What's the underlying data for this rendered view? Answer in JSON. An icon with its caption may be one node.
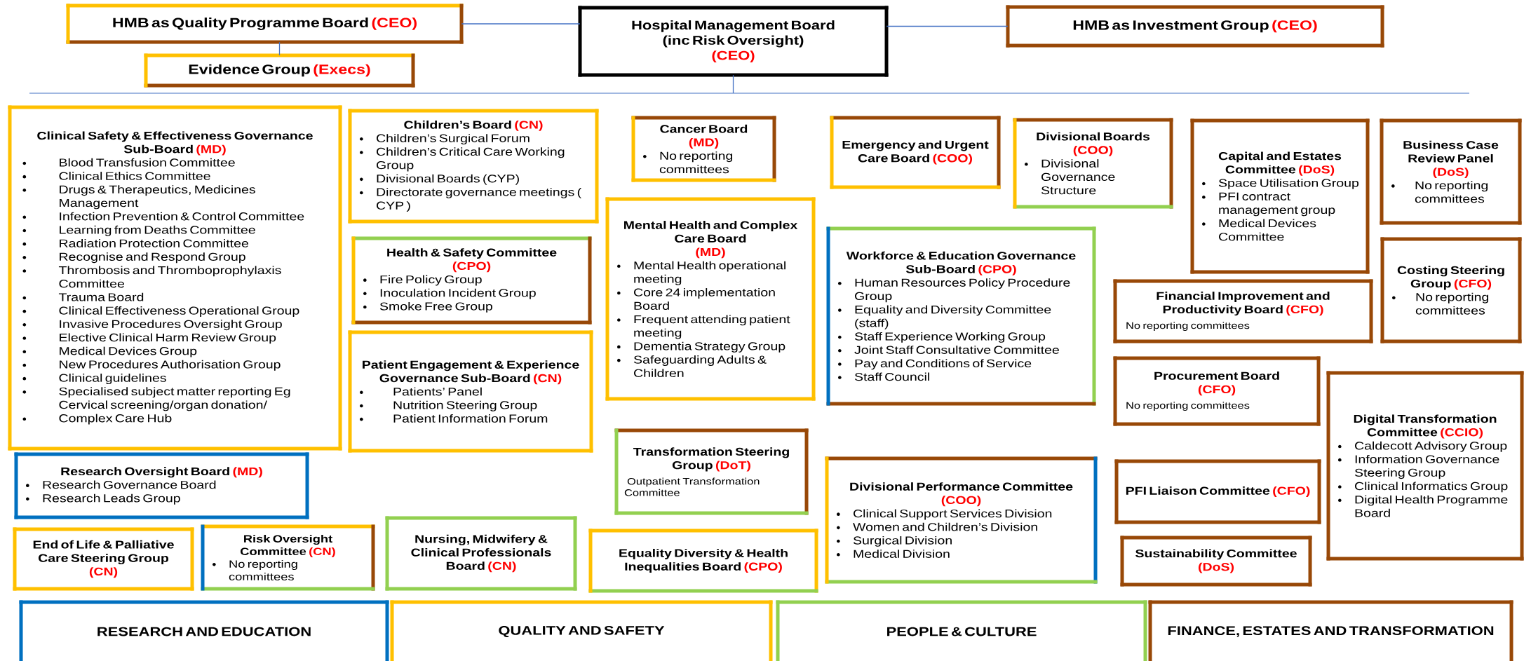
{
  "diagram": {
    "nodes": [
      {
        "text": [
          "HMB as Quality Programme Board",
          "(CEO)"
        ]
      },
      {
        "text": [
          "Hospital Management Board (inc Risk Oversight)",
          "(CEO)"
        ]
      },
      {
        "text": [
          "HMB as Investment Group",
          "(CEO)"
        ]
      },
      {
        "text": [
          "Evidence Group",
          "(Execs)"
        ]
      },
      {
        "text": [
          "Clinical Safety & Effectiveness Governance Sub-Board",
          "(MD)",
          "Blood Transfusion Committee",
          "Clinical Ethics Committee",
          "Drugs & Therapeutics, Medicines Management",
          "Infection Prevention & Control Committee",
          "Learning from Deaths Committee",
          "Radiation Protection Committee",
          "Recognise and Respond Group",
          "Thrombosis and Thromboprophylaxis Committee",
          "Trauma Board",
          "Clinical Effectiveness Operational Group",
          "Invasive Procedures Oversight Group",
          "Elective Clinical Harm Review Group",
          "Medical Devices Group",
          "New Procedures Authorisation Group",
          "Clinical guidelines",
          "Specialised subject matter reporting Eg Cervical screening/organ donation/",
          "Complex Care Hub"
        ]
      },
      {
        "text": [
          "Children’s Board",
          "(CN)",
          "Children’s Surgical Forum",
          "Children’s Critical Care Working Group",
          "Divisional Boards (CYP)",
          "Directorate governance meetings ( CYP )"
        ]
      },
      {
        "text": [
          "Health & Safety Committee",
          "(CPO)",
          "Fire Policy Group",
          "Inoculation Incident Group",
          "Smoke Free Group"
        ]
      },
      {
        "text": [
          "Patient Engagement & Experience Governance Sub-Board",
          "(CN)",
          "Patients’ Panel",
          "Nutrition Steering Group",
          "Patient Information Forum"
        ]
      },
      {
        "text": [
          "Cancer Board",
          "(MD)",
          "No reporting committees"
        ]
      },
      {
        "text": [
          "Mental Health and Complex Care Board",
          "(MD)",
          "Mental Health operational meeting",
          "Core 24 implementation Board",
          "Frequent attending patient meeting",
          "Dementia Strategy Group",
          "Safeguarding Adults & Children"
        ]
      },
      {
        "text": [
          "Emergency and Urgent Care Board",
          "(COO)"
        ]
      },
      {
        "text": [
          "Divisional Boards",
          "(COO)",
          "Divisional Governance Structure"
        ]
      },
      {
        "text": [
          "Workforce & Education Governance Sub-Board",
          "(CPO)",
          "Human Resources Policy Procedure Group",
          "Equality and Diversity Committee (staff)",
          "Staff Experience Working Group",
          "Joint Staff Consultative Committee",
          "Pay and Conditions of Service",
          "Staff Council"
        ]
      },
      {
        "text": [
          "Capital and Estates Committee",
          "(DoS)",
          "Space Utilisation Group",
          "PFI contract management group",
          "Medical Devices Committee"
        ]
      },
      {
        "text": [
          "Business Case Review Panel",
          "(DoS)",
          "No reporting committees"
        ]
      },
      {
        "text": [
          "Costing Steering Group",
          "(CFO)",
          "No reporting committees"
        ]
      },
      {
        "text": [
          "Financial Improvement and Productivity Board",
          "(CFO)",
          "No reporting committees"
        ]
      },
      {
        "text": [
          "Procurement Board",
          "(CFO)",
          "No reporting committees"
        ]
      },
      {
        "text": [
          "Digital Transformation Committee",
          "(CCIO)",
          "Caldecott Advisory Group",
          "Information Governance Steering Group",
          "Clinical Informatics Group",
          "Digital Health Programme Board"
        ]
      },
      {
        "text": [
          "Research Oversight Board",
          "(MD)",
          "Research Governance Board",
          "Research Leads Group"
        ]
      },
      {
        "text": [
          "End of Life & Palliative Care Steering Group",
          "(CN)"
        ]
      },
      {
        "text": [
          "Risk Oversight Committee",
          "(CN)",
          "No reporting committees"
        ]
      },
      {
        "text": [
          "Nursing, Midwifery & Clinical Professionals Board",
          "(CN)"
        ]
      },
      {
        "text": [
          "Transformation Steering Group",
          "(DoT)",
          "Outpatient Transformation Committee"
        ]
      },
      {
        "text": [
          "Equality Diversity & Health Inequalities Board",
          "(CPO)"
        ]
      },
      {
        "text": [
          "Divisional Performance Committee",
          "(COO)",
          "Clinical Support Services Division",
          "Women and Children’s Division",
          "Surgical Division",
          "Medical Division"
        ]
      },
      {
        "text": [
          "PFI Liaison Committee",
          "(CFO)"
        ]
      },
      {
        "text": [
          "Sustainability Committee",
          "(DoS)"
        ]
      },
      {
        "text": [
          "RESEARCH AND EDUCATION"
        ]
      },
      {
        "text": [
          "QUALITY AND SAFETY"
        ]
      },
      {
        "text": [
          "PEOPLE & CULTURE"
        ]
      },
      {
        "text": [
          "FINANCE, ESTATES AND TRANSFORMATION"
        ]
      }
    ],
    "edges": [
      {
        "from": 0,
        "to": 1,
        "arrow": "none"
      },
      {
        "from": 1,
        "to": 2,
        "arrow": "none"
      },
      {
        "from": 0,
        "to": 3,
        "arrow": "none"
      },
      {
        "from": 1,
        "to": null,
        "arrow": "none"
      }
    ]
  }
}
